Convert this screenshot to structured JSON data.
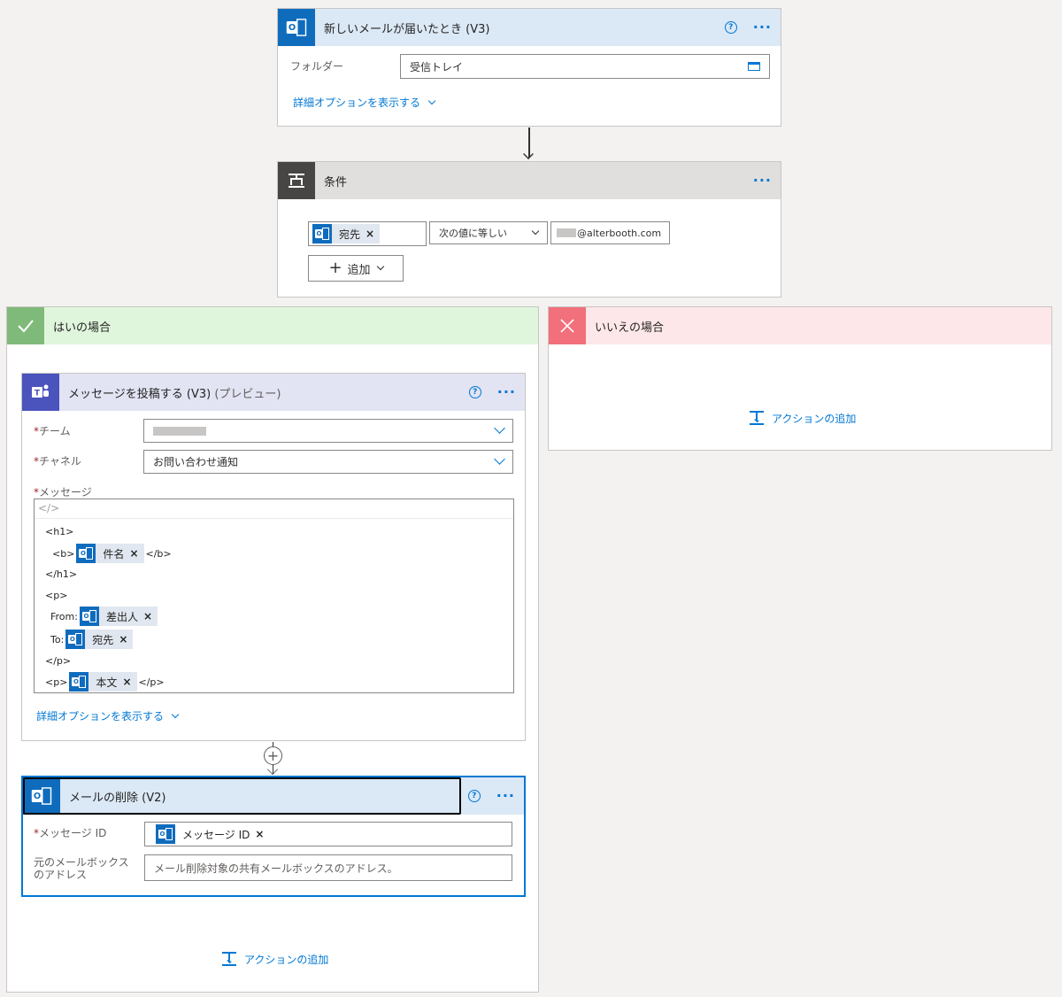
{
  "trigger": {
    "title": "新しいメールが届いたとき (V3)",
    "help_icon": "?",
    "more_icon": "···",
    "folder_label": "フォルダー",
    "folder_value": "受信トレイ",
    "advanced_link": "詳細オプションを表示する",
    "accent": "#dbe8f6"
  },
  "condition": {
    "title": "条件",
    "more_icon": "···",
    "left_token": "宛先",
    "operator": "次の値に等しい",
    "value": "@alterbooth.com",
    "add_label": "追加",
    "accent": "#e1dfdd"
  },
  "yes_branch": {
    "title": "はいの場合",
    "accent": "#dff6dd",
    "add_action": "アクションの追加"
  },
  "no_branch": {
    "title": "いいえの場合",
    "accent": "#fde7e9",
    "add_action": "アクションの追加"
  },
  "post_message": {
    "title": "メッセージを投稿する (V3)",
    "subtitle": "(プレビュー)",
    "help_icon": "?",
    "more_icon": "···",
    "team_label": "チーム",
    "channel_label": "チャネル",
    "channel_value": "お問い合わせ通知",
    "message_label": "メッセージ",
    "code_icon": "</>",
    "lines": {
      "l1": "<h1>",
      "l2_pre": "<b>",
      "l2_token": "件名",
      "l2_post": "</b>",
      "l3": "</h1>",
      "l4": "<p>",
      "l5_pre": "From:",
      "l5_token": "差出人",
      "l6_pre": "To:",
      "l6_token": "宛先",
      "l7": "</p>",
      "l8_pre": "<p>",
      "l8_token": "本文",
      "l8_post": "</p>"
    },
    "advanced_link": "詳細オプションを表示する",
    "accent": "#e2e3f3"
  },
  "delete_mail": {
    "title": "メールの削除 (V2)",
    "help_icon": "?",
    "more_icon": "···",
    "message_id_label": "メッセージ ID",
    "message_id_token": "メッセージ ID",
    "mailbox_label": "元のメールボックスのアドレス",
    "mailbox_placeholder": "メール削除対象の共有メールボックスのアドレス。",
    "accent": "#dbe8f6"
  },
  "required_mark": "*",
  "remove_mark": "×",
  "plus_mark": "+"
}
